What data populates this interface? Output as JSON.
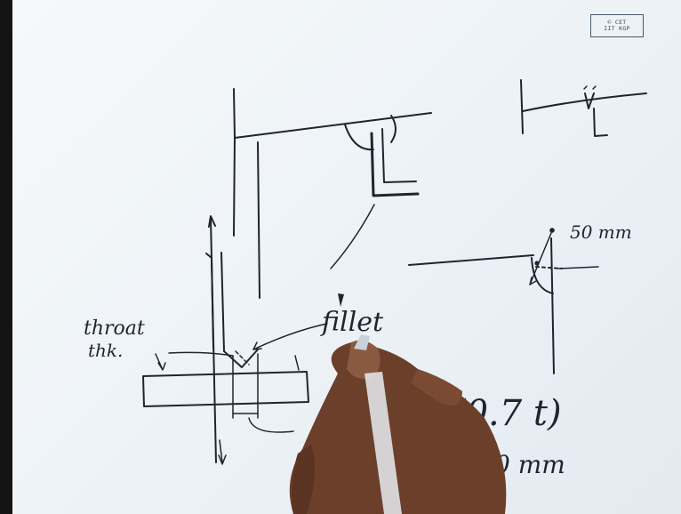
{
  "logo": {
    "line1": "© CET",
    "line2": "IIT KGP"
  },
  "annotations": {
    "throat": "throat",
    "thk": "thk.",
    "fillet": "fillet",
    "dimension": "50 mm",
    "formula": "(0.7 t)",
    "result": "0 mm"
  },
  "colors": {
    "sheet": "#eef3f7",
    "ink": "#1e2530",
    "skin": "#6b3f2a"
  }
}
